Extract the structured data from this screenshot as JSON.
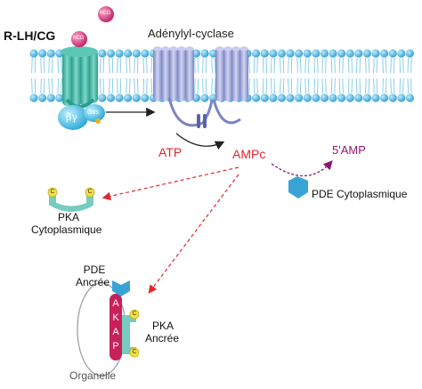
{
  "labels": {
    "receptor": "R-LH/CG",
    "hcg_free": "hCG",
    "hcg_bound": "hCG",
    "adenylyl_cyclase": "Adénylyl-cyclase",
    "beta_gamma": "βγ",
    "g_alpha": "Gαs",
    "atp": "ATP",
    "ampc": "AMPc",
    "five_amp": "5'AMP",
    "pde_cyto": "PDE Cytoplasmique",
    "pka_cyto_line1": "PKA",
    "pka_cyto_line2": "Cytoplasmique",
    "pde_anchored_line1": "PDE",
    "pde_anchored_line2": "Ancrée",
    "akap_letters": [
      "A",
      "K",
      "A",
      "P"
    ],
    "pka_anchored_line1": "PKA",
    "pka_anchored_line2": "Ancrée",
    "organelle": "Organelle",
    "c_subunit": "C"
  },
  "colors": {
    "membrane_head": "#4fb8e0",
    "receptor": "#3fb5a3",
    "cyclase": "#9ea6d6",
    "hcg": "#d9307a",
    "red_arrow": "#e3262d",
    "amp_purple": "#8c1a6a",
    "pde": "#3aa3d6",
    "akap": "#c8205a",
    "c_yellow": "#f2e14a"
  }
}
